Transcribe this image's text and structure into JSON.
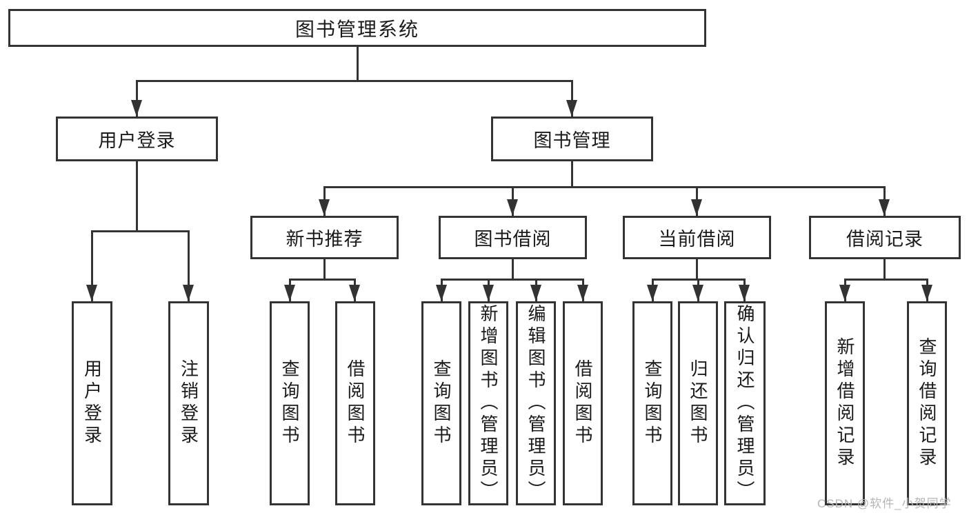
{
  "diagram": {
    "type": "hierarchy-tree",
    "colors": {
      "line": "#333333",
      "box_border": "#333333",
      "text": "#1a1a1a",
      "background": "#ffffff",
      "watermark": "#b5b5b5"
    },
    "nodes": {
      "root": {
        "label": "图书管理系统"
      },
      "userLogin": {
        "label": "用户登录"
      },
      "bookMgmt": {
        "label": "图书管理"
      },
      "newBook": {
        "label": "新书推荐"
      },
      "bookBorrow": {
        "label": "图书借阅"
      },
      "currentBorrow": {
        "label": "当前借阅"
      },
      "borrowRecord": {
        "label": "借阅记录"
      },
      "ulLogin": {
        "label": "用户登录"
      },
      "ulLogout": {
        "label": "注销登录"
      },
      "nbQuery": {
        "label": "查询图书"
      },
      "nbBorrow": {
        "label": "借阅图书"
      },
      "bbQuery": {
        "label": "查询图书"
      },
      "bbAdd": {
        "label": "新增图书（管理员）"
      },
      "bbEdit": {
        "label": "编辑图书（管理员）"
      },
      "bbBorrow": {
        "label": "借阅图书"
      },
      "cbQuery": {
        "label": "查询图书"
      },
      "cbReturn": {
        "label": "归还图书"
      },
      "cbConfirm": {
        "label": "确认归还（管理员）"
      },
      "brAdd": {
        "label": "新增借阅记录"
      },
      "brQuery": {
        "label": "查询借阅记录"
      }
    },
    "edges": [
      [
        "root",
        "userLogin"
      ],
      [
        "root",
        "bookMgmt"
      ],
      [
        "userLogin",
        "ulLogin"
      ],
      [
        "userLogin",
        "ulLogout"
      ],
      [
        "bookMgmt",
        "newBook"
      ],
      [
        "bookMgmt",
        "bookBorrow"
      ],
      [
        "bookMgmt",
        "currentBorrow"
      ],
      [
        "bookMgmt",
        "borrowRecord"
      ],
      [
        "newBook",
        "nbQuery"
      ],
      [
        "newBook",
        "nbBorrow"
      ],
      [
        "bookBorrow",
        "bbQuery"
      ],
      [
        "bookBorrow",
        "bbAdd"
      ],
      [
        "bookBorrow",
        "bbEdit"
      ],
      [
        "bookBorrow",
        "bbBorrow"
      ],
      [
        "currentBorrow",
        "cbQuery"
      ],
      [
        "currentBorrow",
        "cbReturn"
      ],
      [
        "currentBorrow",
        "cbConfirm"
      ],
      [
        "borrowRecord",
        "brAdd"
      ],
      [
        "borrowRecord",
        "brQuery"
      ]
    ],
    "watermark": {
      "text": "CSDN @软件_小贺同学"
    }
  }
}
